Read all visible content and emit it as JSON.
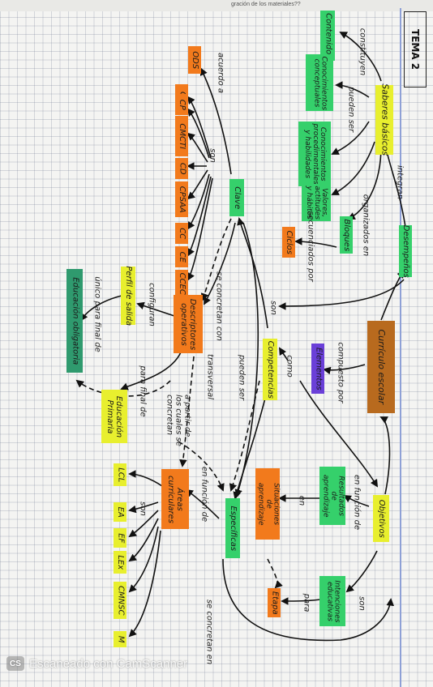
{
  "page": {
    "header_fragment": "gración de los materiales??",
    "title": "TEMA 2",
    "watermark": "Escaneado con CamScanner",
    "watermark_logo": "CS"
  },
  "nodes": [
    {
      "id": "curriculo",
      "label": "Currículo escolar"
    },
    {
      "id": "desempenos",
      "label": "Desempeños"
    },
    {
      "id": "saberes",
      "label": "Saberes básicos"
    },
    {
      "id": "bloques",
      "label": "Bloques"
    },
    {
      "id": "ciclos",
      "label": "Ciclos"
    },
    {
      "id": "contenidos",
      "label": "Contenidos"
    },
    {
      "id": "conceptuales",
      "label": "Conocimientos conceptuales"
    },
    {
      "id": "procedimentales",
      "label": "Conocimientos procedimentales y habilidades"
    },
    {
      "id": "valores",
      "label": "Valores, actitudes y hábitos"
    },
    {
      "id": "elementos",
      "label": "Elementos"
    },
    {
      "id": "competencias",
      "label": "Competencias"
    },
    {
      "id": "clave",
      "label": "Clave"
    },
    {
      "id": "especificas",
      "label": "Específicas"
    },
    {
      "id": "ods",
      "label": "ODS"
    },
    {
      "id": "cl",
      "label": "CL"
    },
    {
      "id": "cp",
      "label": "CP"
    },
    {
      "id": "cmcti",
      "label": "CMCTI"
    },
    {
      "id": "cd",
      "label": "CD"
    },
    {
      "id": "cpsaa",
      "label": "CPSAA"
    },
    {
      "id": "cc",
      "label": "CC"
    },
    {
      "id": "ce",
      "label": "CE"
    },
    {
      "id": "ccec",
      "label": "CCEC"
    },
    {
      "id": "descriptores",
      "label": "Descriptores operativos"
    },
    {
      "id": "perfil",
      "label": "Perfil de salida"
    },
    {
      "id": "ed_basica",
      "label": "Educación obligatoria"
    },
    {
      "id": "ed_primaria",
      "label": "Educación Primaria"
    },
    {
      "id": "areas",
      "label": "Áreas curriculares"
    },
    {
      "id": "lcl",
      "label": "LCL"
    },
    {
      "id": "ea",
      "label": "EA"
    },
    {
      "id": "ef",
      "label": "EF"
    },
    {
      "id": "lex",
      "label": "LEx"
    },
    {
      "id": "cmnsc",
      "label": "CMNSC"
    },
    {
      "id": "m",
      "label": "M"
    },
    {
      "id": "objetivos",
      "label": "Objetivos"
    },
    {
      "id": "resultados",
      "label": "Resultados de aprendizaje"
    },
    {
      "id": "situaciones",
      "label": "Situaciones de aprendizaje"
    },
    {
      "id": "intenciones",
      "label": "Intenciones educativas"
    },
    {
      "id": "etapa",
      "label": "Etapa"
    }
  ],
  "connectors": [
    {
      "id": "w_constituyen",
      "text": "constituyen"
    },
    {
      "id": "w_pueden_ser",
      "text": "pueden ser"
    },
    {
      "id": "w_integran",
      "text": "integran"
    },
    {
      "id": "w_organizados",
      "text": "organizados en"
    },
    {
      "id": "w_secuenciados",
      "text": "secuenciados por"
    },
    {
      "id": "w_compuesto",
      "text": "compuesto por"
    },
    {
      "id": "w_como",
      "text": "como"
    },
    {
      "id": "w_son1",
      "text": "son"
    },
    {
      "id": "w_acuerdo",
      "text": "acuerdo a"
    },
    {
      "id": "w_son2",
      "text": "son"
    },
    {
      "id": "w_concretan_con",
      "text": "se concretan con"
    },
    {
      "id": "w_pueden_ser2",
      "text": "pueden ser"
    },
    {
      "id": "w_transversal",
      "text": "transversal"
    },
    {
      "id": "w_configuran",
      "text": "configuran"
    },
    {
      "id": "w_unico",
      "text": "único para final de"
    },
    {
      "id": "w_para_final",
      "text": "para final de"
    },
    {
      "id": "w_a_partir",
      "text": "a partir de los cuales se concretan"
    },
    {
      "id": "w_funcion_de1",
      "text": "en función de"
    },
    {
      "id": "w_son3",
      "text": "son"
    },
    {
      "id": "w_en",
      "text": "en"
    },
    {
      "id": "w_funcion_de2",
      "text": "en función de"
    },
    {
      "id": "w_son4",
      "text": "son"
    },
    {
      "id": "w_para",
      "text": "para"
    },
    {
      "id": "w_concretan_en",
      "text": "se concretan en"
    }
  ]
}
